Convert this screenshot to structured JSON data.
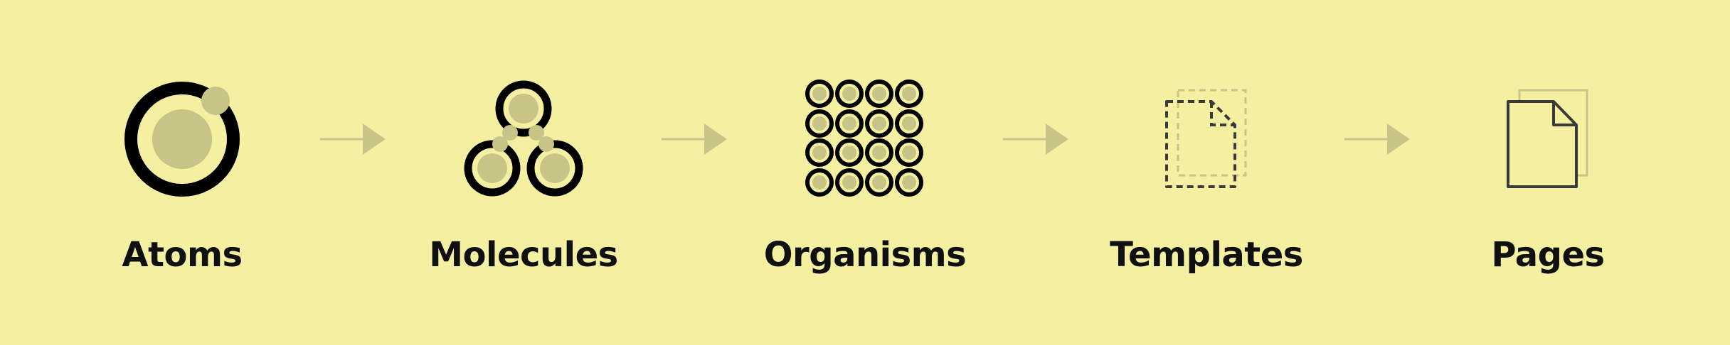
{
  "colors": {
    "background": "#f5efa2",
    "ink": "#000000",
    "accent_fill": "#c8c386",
    "arrow": "#c8c386",
    "outline": "#3a3a3a",
    "ghost_outline": "#c8c386"
  },
  "stages": [
    {
      "id": "atoms",
      "label": "Atoms",
      "icon": "atom-icon"
    },
    {
      "id": "molecules",
      "label": "Molecules",
      "icon": "molecule-icon"
    },
    {
      "id": "organisms",
      "label": "Organisms",
      "icon": "organism-grid-icon"
    },
    {
      "id": "templates",
      "label": "Templates",
      "icon": "dashed-document-icon"
    },
    {
      "id": "pages",
      "label": "Pages",
      "icon": "document-icon"
    }
  ]
}
